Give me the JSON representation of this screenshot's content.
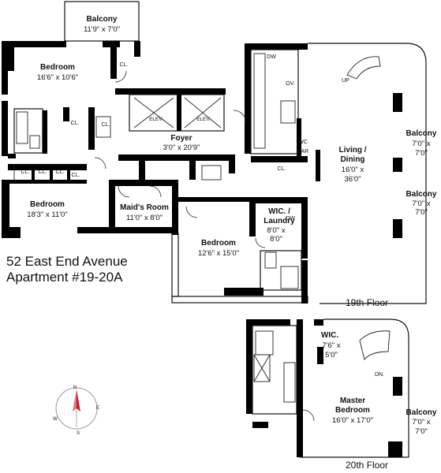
{
  "address": {
    "line1": "52 East End Avenue",
    "line2": "Apartment #19-20A"
  },
  "floors": {
    "lower": "19th Floor",
    "upper": "20th Floor"
  },
  "rooms": {
    "balcony_top": {
      "name": "Balcony",
      "dims": "11'9\" x 7'0\""
    },
    "bedroom_nw": {
      "name": "Bedroom",
      "dims": "16'6\" x 10'6\""
    },
    "foyer": {
      "name": "Foyer",
      "dims": "3'0\" x 20'9\""
    },
    "bedroom_w": {
      "name": "Bedroom",
      "dims": "18'3\" x 11'0\""
    },
    "maids_room": {
      "name": "Maid's Room",
      "dims": "11'0\" x 8'0\""
    },
    "wic_laundry": {
      "name1": "WIC. /",
      "name2": "Laundry",
      "dims1": "8'0\" x",
      "dims2": "8'0\""
    },
    "bedroom_s": {
      "name": "Bedroom",
      "dims": "12'6\" x 15'0\""
    },
    "living_dining": {
      "name1": "Living /",
      "name2": "Dining",
      "dims1": "16'0\" x",
      "dims2": "36'0\""
    },
    "balcony_e1": {
      "name": "Balcony",
      "dims1": "7'0\" x",
      "dims2": "7'0\""
    },
    "balcony_e2": {
      "name": "Balcony",
      "dims1": "7'0\" x",
      "dims2": "7'0\""
    },
    "wic_upper": {
      "name": "WIC.",
      "dims1": "7'6\" x",
      "dims2": "5'0\""
    },
    "master_bedroom": {
      "name1": "Master",
      "name2": "Bedroom",
      "dims": "16'0\" x 17'0\""
    },
    "balcony_upper": {
      "name": "Balcony",
      "dims1": "7'0\" x",
      "dims2": "7'0\""
    }
  },
  "fixture_labels": {
    "closet": "CL.",
    "elevator": "ELEV.",
    "dishwasher": "DW",
    "oven": "OV.",
    "wine_cooler": "WC",
    "bar": "BAR",
    "up": "UP",
    "down": "DN."
  },
  "compass": {
    "north": "N",
    "east": "E",
    "south": "S",
    "west": "W",
    "needle_color": "#c0202a"
  }
}
